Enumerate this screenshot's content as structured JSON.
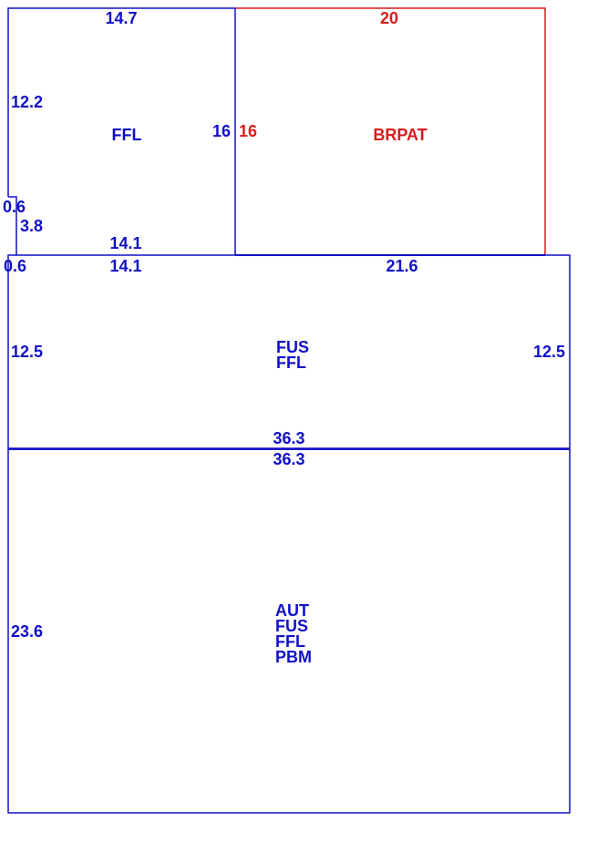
{
  "colors": {
    "blue": "#1010c8",
    "red": "#dd1a1a"
  },
  "ffl": {
    "name": "FFL",
    "top": "14.7",
    "left": "12.2",
    "right": "16",
    "notch_width": "0.6",
    "notch_height": "3.8",
    "bottom": "14.1"
  },
  "brpat": {
    "name": "BRPAT",
    "top": "20",
    "left": "16"
  },
  "middle": {
    "names": [
      "FUS",
      "FFL"
    ],
    "top_notch": "0.6",
    "top_left": "14.1",
    "top_right": "21.6",
    "left": "12.5",
    "right": "12.5",
    "bottom": "36.3"
  },
  "lower": {
    "names": [
      "AUT",
      "FUS",
      "FFL",
      "PBM"
    ],
    "top": "36.3",
    "left": "23.6"
  }
}
